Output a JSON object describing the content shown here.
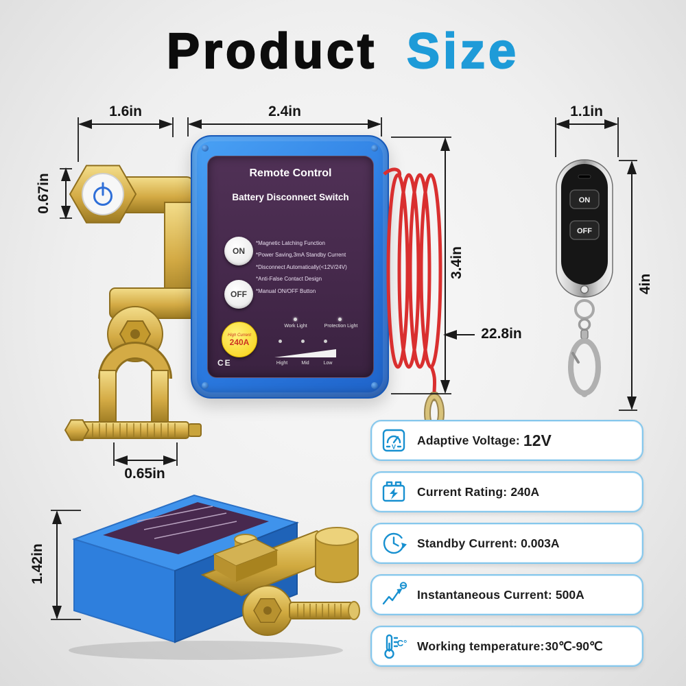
{
  "title": {
    "word_black": "Product",
    "word_blue": "Size"
  },
  "dimensions": {
    "knob_width": "1.6in",
    "body_width": "2.4in",
    "knob_height": "0.67in",
    "body_height": "3.4in",
    "wire_length": "22.8in",
    "clamp_width": "0.65in",
    "remote_width": "1.1in",
    "remote_height": "4in",
    "box_height": "1.42in"
  },
  "device": {
    "title_line1": "Remote Control",
    "title_line2": "Battery Disconnect Switch",
    "on_button": "ON",
    "off_button": "OFF",
    "features": [
      "*Magnetic Latching Function",
      "*Power Saving,3mA Standby Current",
      "*Disconnect Automatically(<12V/24V)",
      "*Anti-False Contact Design",
      "*Manual ON/OFF Button"
    ],
    "badge_label": "High Current",
    "badge_value": "240A",
    "work_light_label": "Work Light",
    "protection_light_label": "Protection Light",
    "level_labels": [
      "Hight",
      "Mid",
      "Low"
    ],
    "ce_mark": "CE"
  },
  "remote": {
    "on_button": "ON",
    "off_button": "OFF"
  },
  "specs": [
    {
      "icon": "voltmeter-icon",
      "icon_text": "V",
      "label": "Adaptive Voltage:",
      "value": "12V"
    },
    {
      "icon": "battery-current-icon",
      "icon_text": "",
      "label": "Current Rating:",
      "value": "240A"
    },
    {
      "icon": "standby-clock-icon",
      "icon_text": "",
      "label": "Standby Current:",
      "value": "0.003A"
    },
    {
      "icon": "surge-current-icon",
      "icon_text": "",
      "label": "Instantaneous Current:",
      "value": "500A"
    },
    {
      "icon": "thermometer-icon",
      "icon_text": "C°",
      "label": "Working temperature:",
      "value": "30℃-90℃"
    }
  ],
  "colors": {
    "accent_blue": "#1e9bd8",
    "device_blue": "#2f7fe0",
    "panel_purple": "#48294e",
    "gold": "#d4ab45",
    "wire_red": "#d92f2f",
    "spec_border": "#85c7ec"
  }
}
